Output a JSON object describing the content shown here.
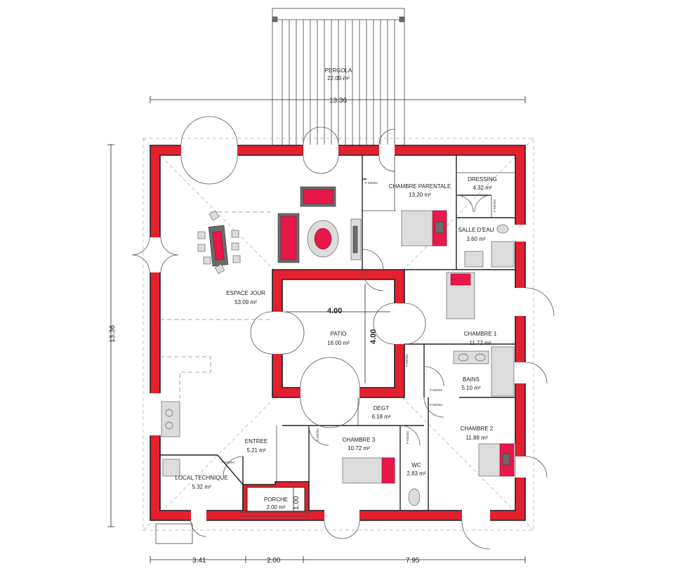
{
  "rooms": {
    "pergola": {
      "name": "PERGOLA",
      "area": "22.09 m²"
    },
    "espace_jour": {
      "name": "ESPACE JOUR",
      "area": "53.09 m²"
    },
    "chambre_parentale": {
      "name": "CHAMBRE PARENTALE",
      "area": "13.20 m²"
    },
    "dressing": {
      "name": "DRESSING",
      "area": "4.32 m²"
    },
    "salle_eau": {
      "name": "SALLE D'EAU",
      "area": "3.60 m²"
    },
    "patio": {
      "name": "PATIO",
      "area": "16.00 m²"
    },
    "chambre_1": {
      "name": "CHAMBRE 1",
      "area": "11.72 m²"
    },
    "bains": {
      "name": "BAINS",
      "area": "5.10 m²"
    },
    "degt": {
      "name": "DEGT",
      "area": "6.18 m²"
    },
    "chambre_2": {
      "name": "CHAMBRE 2",
      "area": "11.88 m²"
    },
    "chambre_3": {
      "name": "CHAMBRE 3",
      "area": "10.72 m²"
    },
    "entree": {
      "name": "ENTREE",
      "area": "5.21 m²"
    },
    "local_technique": {
      "name": "LOCAL TECHNIQUE",
      "area": "5.32 m²"
    },
    "wc": {
      "name": "WC",
      "area": "2.83 m²"
    },
    "porche": {
      "name": "PORCHE",
      "area": "2.00 m²"
    }
  },
  "dimensions": {
    "top_width": "13.36",
    "left_height": "13.36",
    "patio_width": "4.00",
    "patio_height": "4.00",
    "porch_depth": "1.00",
    "bottom_left": "3.41",
    "bottom_mid": "2.00",
    "bottom_right": "7.95"
  },
  "door_tags": {
    "t1": "P 83/204",
    "t2": "P 83/204",
    "t3": "P 83/204",
    "t4": "P 83/204",
    "t5": "P 83/204",
    "t6": "P 83/204",
    "t7": "P 83/204",
    "t8": "P 83/204"
  },
  "colors": {
    "wall": "#e4202f",
    "furniture_accent": "#e8184a"
  }
}
